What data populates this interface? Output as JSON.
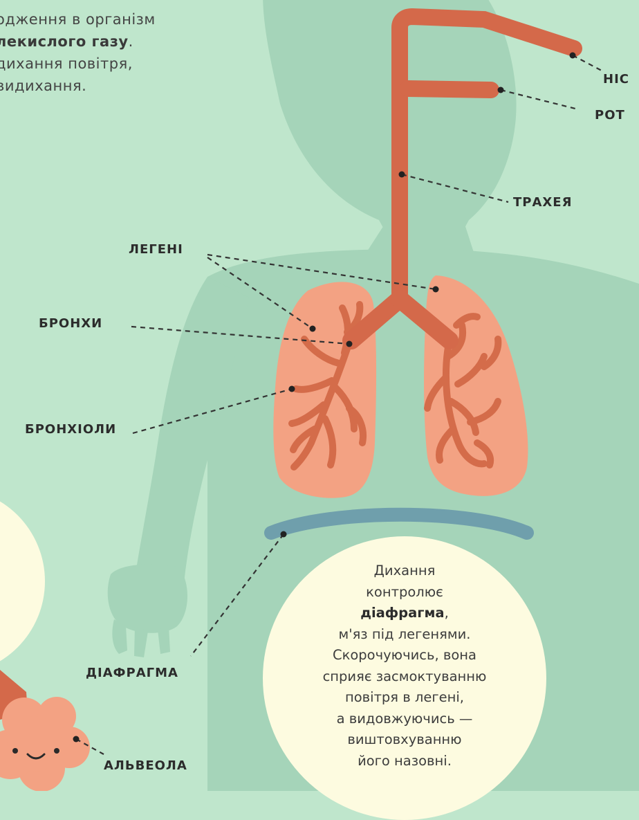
{
  "intro": {
    "line1": "одження в організм",
    "line2_bold": "лекислого газу",
    "line2_tail": ".",
    "line3": "дихання повітря,",
    "line4": "видихання."
  },
  "labels": {
    "nose": "НІС",
    "mouth": "РОТ",
    "trachea": "ТРАХЕЯ",
    "lungs": "ЛЕГЕНІ",
    "bronchi": "БРОНХИ",
    "bronchioles": "БРОНХІОЛИ",
    "diaphragm": "ДІАФРАГМА",
    "alveolus": "АЛЬВЕОЛА"
  },
  "info": {
    "line1": "Дихання",
    "line2": "контролює",
    "line3_bold": "діафрагма",
    "line3_tail": ",",
    "line4": "м'яз під легенями.",
    "line5": "Скорочуючись, вона",
    "line6": "сприяє засмоктуванню",
    "line7": "повітря в легені,",
    "line8": "а видовжуючись —",
    "line9": "виштовхуванню",
    "line10": "його назовні."
  },
  "colors": {
    "background": "#bfe6cc",
    "body_silhouette": "#a5d4b9",
    "airway": "#d4694a",
    "lung": "#f3a283",
    "bronchiole": "#d46c4a",
    "diaphragm": "#6f9fac",
    "info_bubble": "#fdfbe0"
  }
}
